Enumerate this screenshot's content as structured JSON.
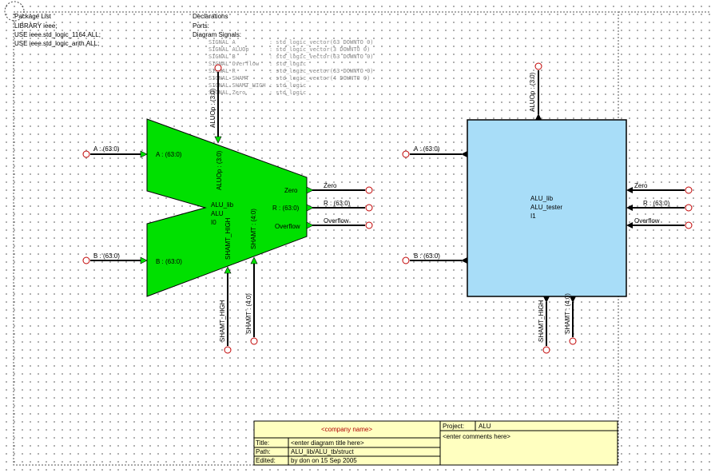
{
  "package_list": {
    "title": "Package List",
    "lines": [
      "LIBRARY ieee;",
      "USE ieee.std_logic_1164.ALL;",
      "USE ieee.std_logic_arith.ALL;"
    ]
  },
  "declarations": {
    "title": "Declarations",
    "ports_label": "Ports:",
    "signals_label": "Diagram Signals:",
    "signals": [
      "SIGNAL A          : std_logic_vector(63 DOWNTO 0)",
      "SIGNAL ALUOp      : std_logic_vector(3 DOWNTO 0)",
      "SIGNAL B          : std_logic_vector(63 DOWNTO 0)",
      "SIGNAL Overflow   : std_logic",
      "SIGNAL R          : std_logic_vector(63 DOWNTO 0)",
      "SIGNAL SHAMT      : std_logic_vector(4 DOWNTO 0)",
      "SIGNAL SHAMT_HIGH : std_logic",
      "SIGNAL Zero       : std_logic"
    ]
  },
  "alu_block": {
    "lib": "ALU_lib",
    "name": "ALU",
    "instance": "I0",
    "color": "#00e000",
    "ports": {
      "a": "A : (63:0)",
      "b": "B : (63:0)",
      "aluop": "ALUOp : (3:0)",
      "zero": "Zero",
      "r": "R : (63:0)",
      "overflow": "Overflow",
      "shamt_high": "SHAMT_HIGH",
      "shamt": "SHAMT : (4:0)"
    }
  },
  "alu_signals": {
    "a": "A : (63:0)",
    "b": "B : (63:0)",
    "aluop": "ALUOp : (3:0)",
    "zero": "Zero",
    "r": "R : (63:0)",
    "overflow": "Overflow",
    "shamt_high": "SHAMT_HIGH",
    "shamt": "SHAMT : (4:0)"
  },
  "tester_block": {
    "lib": "ALU_lib",
    "name": "ALU_tester",
    "instance": "I1",
    "color": "#a8ddf8"
  },
  "tester_signals": {
    "a": "A : (63:0)",
    "b": "B : (63:0)",
    "aluop": "ALUOp : (3:0)",
    "zero": "Zero",
    "r": "R : (63:0)",
    "overflow": "Overflow",
    "shamt_high": "SHAMT_HIGH",
    "shamt": "SHAMT : (4:0)"
  },
  "title_block": {
    "company": "<company name>",
    "title_label": "Title:",
    "title_value": "<enter diagram title here>",
    "path_label": "Path:",
    "path_value": "ALU_lib/ALU_tb/struct",
    "edited_label": "Edited:",
    "edited_value": "by don on 15 Sep 2005",
    "project_label": "Project:",
    "project_value": "ALU",
    "comments": "<enter comments here>"
  }
}
